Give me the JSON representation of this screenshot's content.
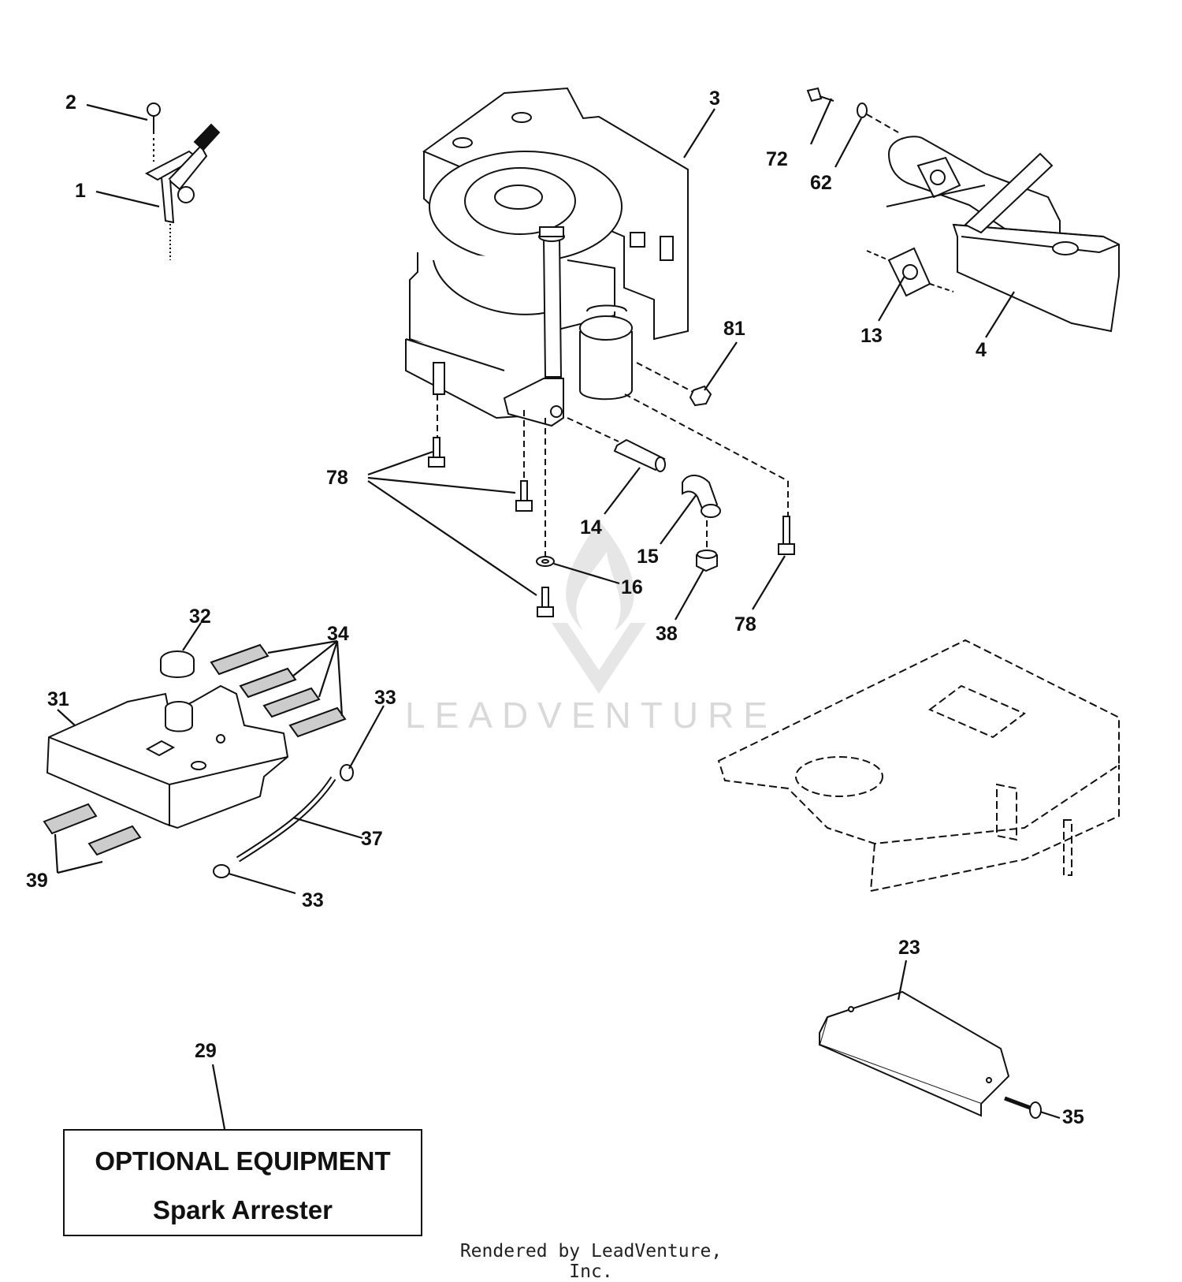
{
  "colors": {
    "line": "#111111",
    "part_fill": "#ffffff",
    "watermark": "#d9d9d9"
  },
  "watermark": {
    "text": "LEADVENTURE"
  },
  "callouts": {
    "c1": "1",
    "c2": "2",
    "c3": "3",
    "c4": "4",
    "c13": "13",
    "c14": "14",
    "c15": "15",
    "c16": "16",
    "c23": "23",
    "c29": "29",
    "c31": "31",
    "c32": "32",
    "c33a": "33",
    "c33b": "33",
    "c34": "34",
    "c35": "35",
    "c37": "37",
    "c38": "38",
    "c39": "39",
    "c62": "62",
    "c72": "72",
    "c78a": "78",
    "c78b": "78",
    "c81": "81"
  },
  "optional_equipment": {
    "title": "OPTIONAL EQUIPMENT",
    "subtitle": "Spark Arrester"
  },
  "footer": {
    "rendered_by": "Rendered by LeadVenture, Inc."
  }
}
